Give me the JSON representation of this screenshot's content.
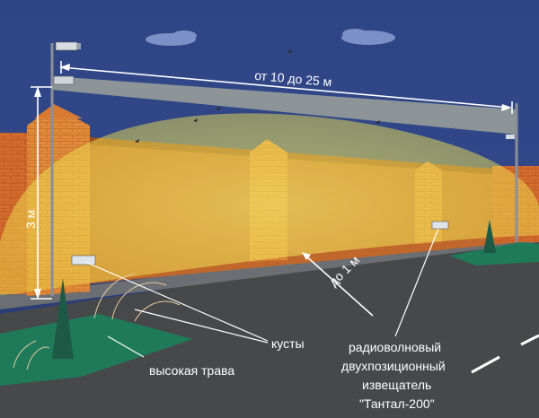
{
  "dimensions": {
    "distance": "от 10 до 25 м",
    "height": "3 м",
    "offset": "до 1 м"
  },
  "callouts": {
    "bushes": "кусты",
    "tall_grass": "высокая трава",
    "detector_line1": "радиоволновый",
    "detector_line2": "двухпозиционный",
    "detector_line3": "извещатель",
    "detector_line4": "\"Тантал-200\""
  },
  "colors": {
    "sky": "#2b3e78",
    "brick": "#d46a2c",
    "zone": "#f2e45a",
    "asphalt": "#4a4a4c",
    "grass": "#1f7a5a"
  }
}
